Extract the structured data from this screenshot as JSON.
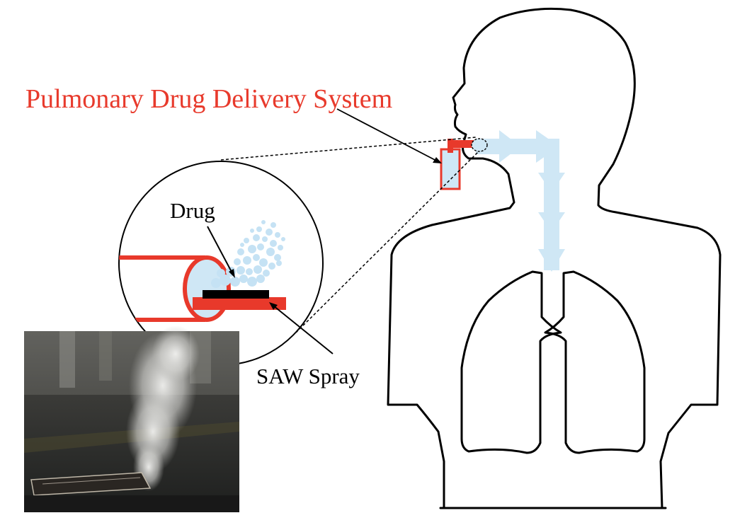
{
  "diagram": {
    "title": "Pulmonary Drug Delivery System",
    "labels": {
      "drug": "Drug",
      "saw_spray": "SAW Spray"
    },
    "colors": {
      "title_red": "#e83a2c",
      "device_red": "#e8392b",
      "airflow_blue": "#cfe7f5",
      "droplet_blue": "#c5e2f4",
      "outline": "#000000"
    }
  }
}
